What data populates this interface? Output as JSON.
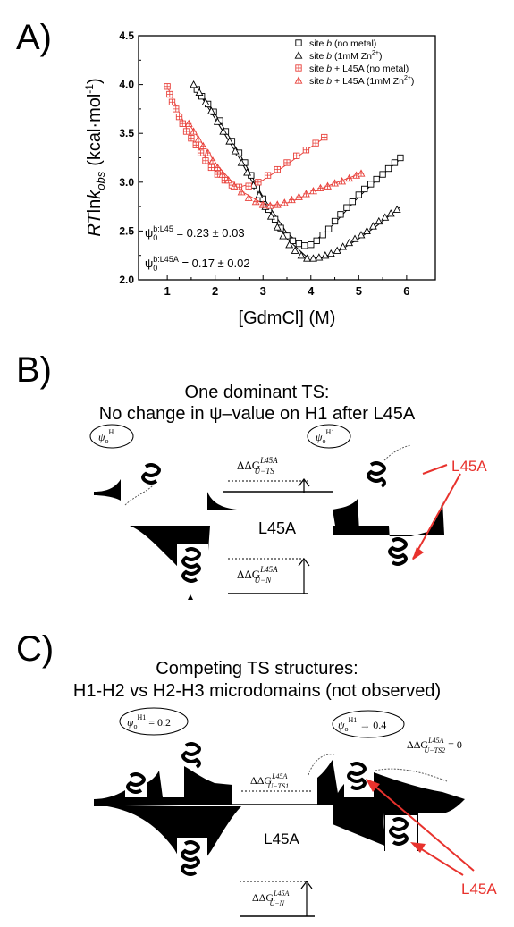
{
  "panel_labels": {
    "a": "A)",
    "b": "B)",
    "c": "C)"
  },
  "chart_data": {
    "type": "scatter",
    "xlabel": "[GdmCl] (M)",
    "ylabel": "RTlnk_obs (kcal·mol⁻¹)",
    "ylabel_parts": {
      "main": "RT",
      "ln": "ln",
      "k": "k",
      "sub": "obs",
      "unit": "(kcal·mol",
      "exp": "-1",
      "close": ")"
    },
    "xlim": [
      0.4,
      6.6
    ],
    "ylim": [
      2.0,
      4.5
    ],
    "xticks": [
      1,
      2,
      3,
      4,
      5,
      6
    ],
    "yticks": [
      "2.0",
      "2.5",
      "3.0",
      "3.5",
      "4.0",
      "4.5"
    ],
    "grid": false,
    "legend_position": "top-right",
    "series": [
      {
        "name": "site b (no metal)",
        "name_prefix": "site ",
        "name_italic": "b",
        "name_suffix": " (no metal)",
        "color": "#000000",
        "marker": "square",
        "x": [
          1.62,
          1.72,
          1.85,
          1.97,
          2.1,
          2.22,
          2.35,
          2.5,
          2.62,
          2.75,
          2.87,
          3.0,
          3.12,
          3.25,
          3.37,
          3.5,
          3.62,
          3.75,
          3.87,
          4.0,
          4.12,
          4.25,
          4.37,
          4.5,
          4.62,
          4.75,
          4.87,
          5.0,
          5.12,
          5.25,
          5.37,
          5.5,
          5.62,
          5.75,
          5.87
        ],
        "y": [
          3.95,
          3.88,
          3.8,
          3.72,
          3.63,
          3.52,
          3.42,
          3.3,
          3.2,
          3.07,
          2.95,
          2.83,
          2.72,
          2.62,
          2.53,
          2.45,
          2.4,
          2.37,
          2.35,
          2.36,
          2.4,
          2.46,
          2.52,
          2.6,
          2.67,
          2.74,
          2.8,
          2.87,
          2.93,
          2.98,
          3.03,
          3.08,
          3.14,
          3.2,
          3.25
        ]
      },
      {
        "name": "site b (1mM Zn²⁺)",
        "name_prefix": "site ",
        "name_italic": "b",
        "name_suffix": " (1mM Zn",
        "name_sup": "2+",
        "name_end": ")",
        "color": "#000000",
        "marker": "triangle",
        "x": [
          1.55,
          1.67,
          1.8,
          1.92,
          2.05,
          2.17,
          2.3,
          2.42,
          2.55,
          2.67,
          2.8,
          2.92,
          3.05,
          3.17,
          3.3,
          3.42,
          3.55,
          3.67,
          3.8,
          3.92,
          4.05,
          4.17,
          4.3,
          4.42,
          4.55,
          4.67,
          4.8,
          4.92,
          5.05,
          5.17,
          5.3,
          5.42,
          5.55,
          5.67,
          5.8
        ],
        "y": [
          4.0,
          3.92,
          3.82,
          3.73,
          3.62,
          3.52,
          3.42,
          3.32,
          3.2,
          3.1,
          2.97,
          2.87,
          2.75,
          2.65,
          2.54,
          2.45,
          2.36,
          2.3,
          2.25,
          2.22,
          2.22,
          2.23,
          2.25,
          2.27,
          2.3,
          2.34,
          2.38,
          2.42,
          2.46,
          2.5,
          2.55,
          2.6,
          2.64,
          2.68,
          2.72
        ]
      },
      {
        "name": "site b + L45A (no metal)",
        "name_prefix": "site ",
        "name_italic": "b",
        "name_suffix": " + L45A (no metal)",
        "color": "#e8403a",
        "marker": "square-plus",
        "x": [
          1.0,
          1.05,
          1.1,
          1.18,
          1.25,
          1.32,
          1.4,
          1.5,
          1.6,
          1.7,
          1.8,
          1.92,
          2.05,
          2.2,
          2.35,
          2.5,
          2.7,
          2.9,
          3.1,
          3.3,
          3.5,
          3.7,
          3.9,
          4.1,
          4.28
        ],
        "y": [
          3.98,
          3.9,
          3.82,
          3.75,
          3.67,
          3.6,
          3.52,
          3.45,
          3.38,
          3.3,
          3.22,
          3.15,
          3.08,
          3.02,
          2.97,
          2.95,
          2.96,
          3.0,
          3.07,
          3.13,
          3.2,
          3.27,
          3.33,
          3.4,
          3.46
        ]
      },
      {
        "name": "site b + L45A (1mM Zn²⁺)",
        "name_prefix": "site ",
        "name_italic": "b",
        "name_suffix": " + L45A (1mM Zn",
        "name_sup": "2+",
        "name_end": ")",
        "color": "#e8403a",
        "marker": "triangle-plus",
        "x": [
          1.45,
          1.55,
          1.65,
          1.75,
          1.85,
          1.95,
          2.05,
          2.15,
          2.28,
          2.4,
          2.55,
          2.7,
          2.85,
          3.0,
          3.15,
          3.3,
          3.45,
          3.6,
          3.75,
          3.9,
          4.05,
          4.2,
          4.35,
          4.5,
          4.65,
          4.8,
          4.95,
          5.05
        ],
        "y": [
          3.6,
          3.52,
          3.44,
          3.37,
          3.3,
          3.22,
          3.15,
          3.08,
          3.02,
          2.96,
          2.9,
          2.84,
          2.8,
          2.77,
          2.76,
          2.77,
          2.79,
          2.82,
          2.85,
          2.88,
          2.91,
          2.94,
          2.96,
          2.99,
          3.01,
          3.04,
          3.07,
          3.09
        ]
      }
    ],
    "fits": [
      {
        "color": "#000000",
        "x": [
          1.6,
          2.0,
          2.5,
          3.0,
          3.5,
          3.8,
          4.0,
          4.5,
          5.0,
          5.5,
          5.9
        ],
        "y": [
          3.95,
          3.7,
          3.3,
          2.85,
          2.48,
          2.36,
          2.36,
          2.58,
          2.85,
          3.08,
          3.25
        ]
      },
      {
        "color": "#000000",
        "x": [
          1.55,
          2.0,
          2.5,
          3.0,
          3.5,
          3.9,
          4.2,
          4.6,
          5.0,
          5.4,
          5.85
        ],
        "y": [
          4.0,
          3.65,
          3.25,
          2.8,
          2.42,
          2.24,
          2.22,
          2.3,
          2.42,
          2.56,
          2.74
        ]
      },
      {
        "color": "#e8403a",
        "x": [
          1.0,
          1.5,
          2.0,
          2.5,
          3.0,
          3.5,
          4.0,
          4.3
        ],
        "y": [
          3.98,
          3.45,
          3.12,
          2.95,
          3.02,
          3.18,
          3.36,
          3.46
        ]
      },
      {
        "color": "#e8403a",
        "x": [
          1.45,
          2.0,
          2.5,
          3.0,
          3.3,
          3.6,
          4.0,
          4.5,
          5.05
        ],
        "y": [
          3.6,
          3.2,
          2.92,
          2.78,
          2.76,
          2.8,
          2.89,
          2.99,
          3.09
        ]
      }
    ],
    "annotations": [
      {
        "psi": "ψ",
        "sub": "0",
        "sup": "b:L45",
        "value": " = 0.23 ± 0.03"
      },
      {
        "psi": "ψ",
        "sub": "0",
        "sup": "b:L45A",
        "value": " = 0.17 ± 0.02"
      }
    ]
  },
  "panel_b": {
    "title_line1": "One dominant TS:",
    "title_line2": "No change in ψ–value on H1 after L45A",
    "psi_left": {
      "psi": "ψ",
      "sub": "o",
      "sup": "H"
    },
    "psi_right": {
      "psi": "ψ",
      "sub": "o",
      "sup": "H1"
    },
    "ddg_ts": {
      "prefix": "ΔΔG",
      "sup": "L45A",
      "sub": "U−TS"
    },
    "ddg_n": {
      "prefix": "ΔΔG",
      "sup": "L45A",
      "sub": "U−N"
    },
    "center_label": "L45A",
    "mutation_label": "L45A",
    "accent": "#e8322d"
  },
  "panel_c": {
    "title_line1": "Competing TS structures:",
    "title_line2": "H1-H2 vs H2-H3 microdomains (not observed)",
    "psi_left": {
      "psi": "ψ",
      "sub": "o",
      "sup": "H1",
      "value": " = 0.2"
    },
    "psi_right": {
      "psi": "ψ",
      "sub": "o",
      "sup": "H1",
      "value": " → 0.4"
    },
    "ddg_ts1": {
      "prefix": "ΔΔG",
      "sup": "L45A",
      "sub": "U−TS1"
    },
    "ddg_ts2": {
      "prefix": "ΔΔG",
      "sup": "L45A",
      "sub": "U−TS2",
      "value": " = 0"
    },
    "ddg_n": {
      "prefix": "ΔΔG",
      "sup": "L45A",
      "sub": "U−N"
    },
    "center_label": "L45A",
    "mutation_label": "L45A",
    "accent": "#e8322d"
  }
}
